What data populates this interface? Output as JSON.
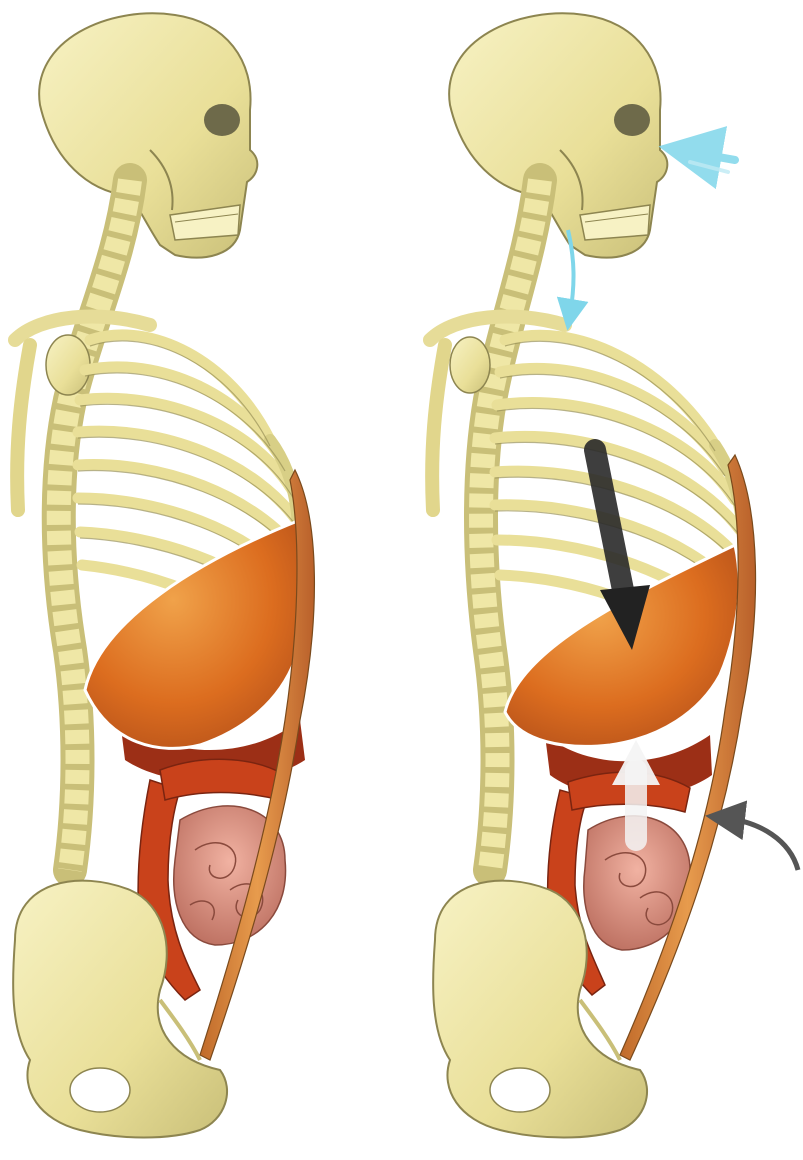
{
  "figures": [
    {
      "name": "torso-relaxed",
      "arrows": []
    },
    {
      "name": "torso-inhalation",
      "arrows": [
        "air-in-nose",
        "air-down-throat",
        "diaphragm-down",
        "organs-up",
        "abdominal-wall-press"
      ]
    }
  ],
  "colors": {
    "bone": "#efe7a6",
    "bone_shadow": "#c9bf78",
    "bone_outline": "#8d8550",
    "diaphragm": "#d9671c",
    "diaphragm_light": "#f0a24a",
    "colon": "#c9421b",
    "small_intestine": "#d98a78",
    "liver": "#9c2f16",
    "abdominal_muscle": "#d98c45",
    "air_arrow": "#7fd6ea",
    "force_arrow_dark": "#222222",
    "force_arrow_light": "#f4f4f4",
    "curved_arrow": "#555555"
  }
}
